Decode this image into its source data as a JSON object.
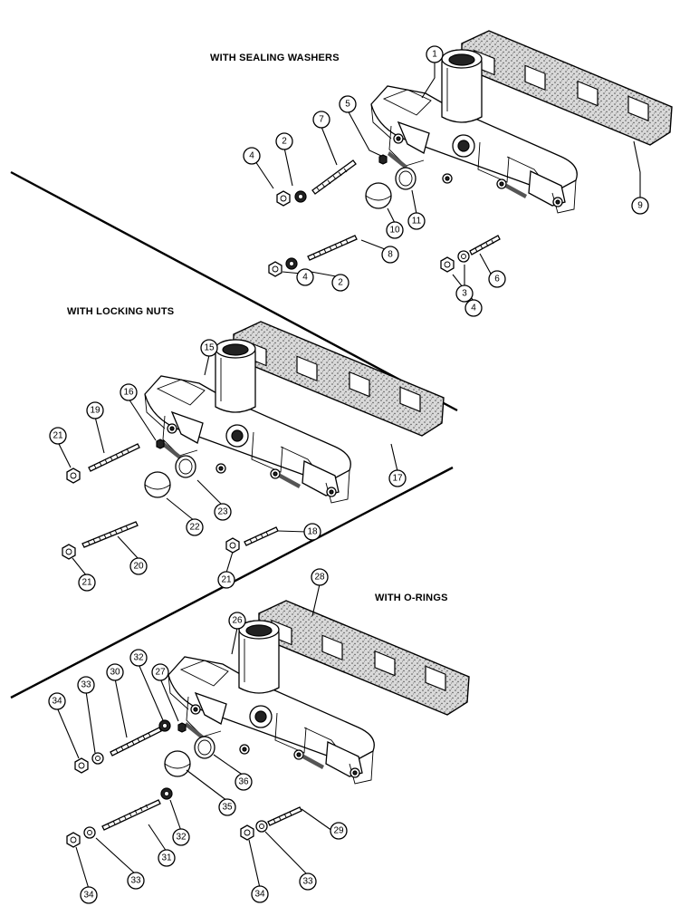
{
  "sections": [
    {
      "title": "WITH SEALING WASHERS"
    },
    {
      "title": "WITH LOCKING NUTS"
    },
    {
      "title": "WITH O-RINGS"
    }
  ],
  "callouts": [
    "1",
    "2",
    "3",
    "4",
    "5",
    "6",
    "7",
    "8",
    "9",
    "10",
    "11",
    "15",
    "16",
    "17",
    "18",
    "19",
    "20",
    "21",
    "22",
    "23",
    "26",
    "27",
    "28",
    "29",
    "30",
    "31",
    "32",
    "33",
    "34",
    "35",
    "36"
  ]
}
